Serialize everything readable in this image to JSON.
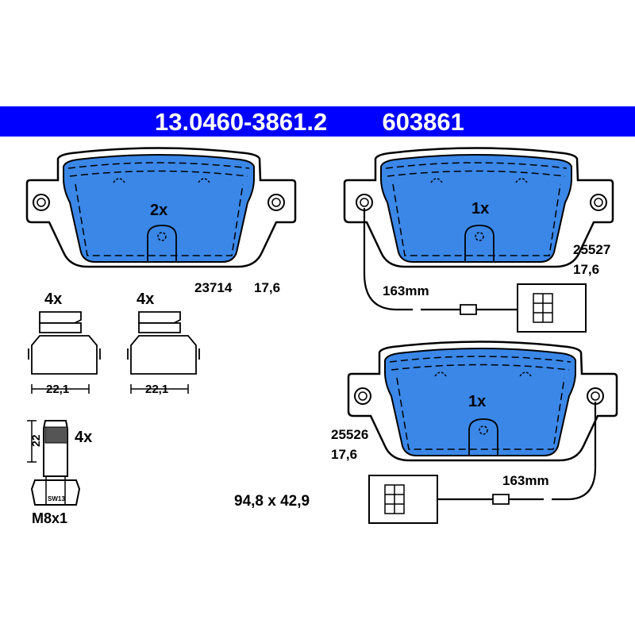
{
  "header": {
    "part_number": "13.0460-3861.2",
    "code": "603861",
    "background": "#0000ff",
    "text_color": "#ffffff"
  },
  "pads": {
    "main": {
      "quantity": "2x",
      "ref": "23714",
      "thickness": "17,6"
    },
    "top_right": {
      "quantity": "1x",
      "ref": "25527",
      "thickness": "17,6",
      "cable_length": "163mm"
    },
    "bottom_right": {
      "quantity": "1x",
      "ref": "25526",
      "thickness": "17,6",
      "cable_length": "163mm"
    }
  },
  "clips": {
    "left": {
      "quantity": "4x",
      "width": "22,1"
    },
    "right": {
      "quantity": "4x",
      "width": "22,1"
    }
  },
  "bolt": {
    "quantity": "4x",
    "length": "22",
    "wrench": "SW13",
    "thread": "M8x1"
  },
  "dimensions": "94,8 x 42,9",
  "colors": {
    "pad_fill": "#3a87e8",
    "outline": "#000000"
  }
}
